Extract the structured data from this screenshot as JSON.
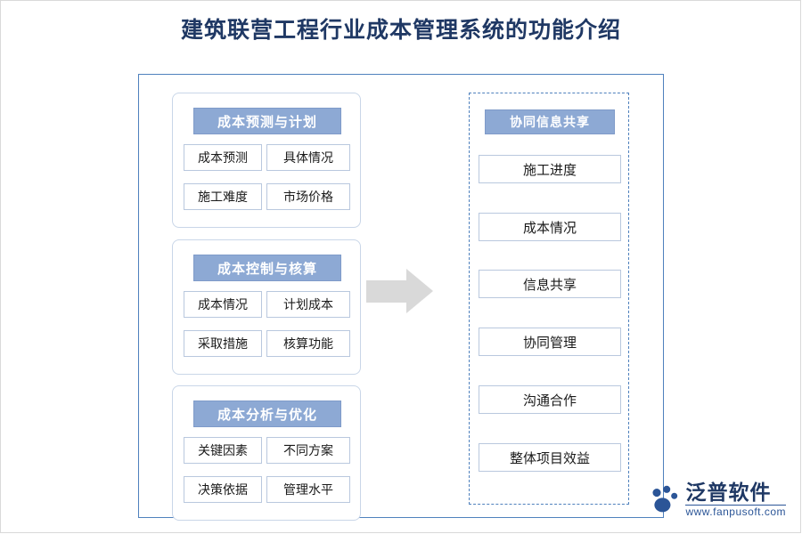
{
  "page": {
    "title": "建筑联营工程行业成本管理系统的功能介绍"
  },
  "diagram": {
    "left_groups": [
      {
        "header": "成本预测与计划",
        "cells": [
          "成本预测",
          "具体情况",
          "施工难度",
          "市场价格"
        ]
      },
      {
        "header": "成本控制与核算",
        "cells": [
          "成本情况",
          "计划成本",
          "采取措施",
          "核算功能"
        ]
      },
      {
        "header": "成本分析与优化",
        "cells": [
          "关键因素",
          "不同方案",
          "决策依据",
          "管理水平"
        ]
      }
    ],
    "arrow": {
      "icon": "right-arrow-icon",
      "color": "#d9d9d9"
    },
    "right_column": {
      "header": "协同信息共享",
      "items": [
        "施工进度",
        "成本情况",
        "信息共享",
        "协同管理",
        "沟通合作",
        "整体项目效益"
      ]
    }
  },
  "watermark": {
    "text": "泛普软件",
    "icon": "paw-logo-icon"
  },
  "brand": {
    "name": "泛普软件",
    "url": "www.fanpusoft.com",
    "icon": "paw-logo-icon",
    "color": "#1f3864"
  },
  "colors": {
    "title": "#1f3864",
    "header_fill": "#8da9d4",
    "frame_border": "#4f81bd",
    "cell_border": "#b9c8de"
  }
}
